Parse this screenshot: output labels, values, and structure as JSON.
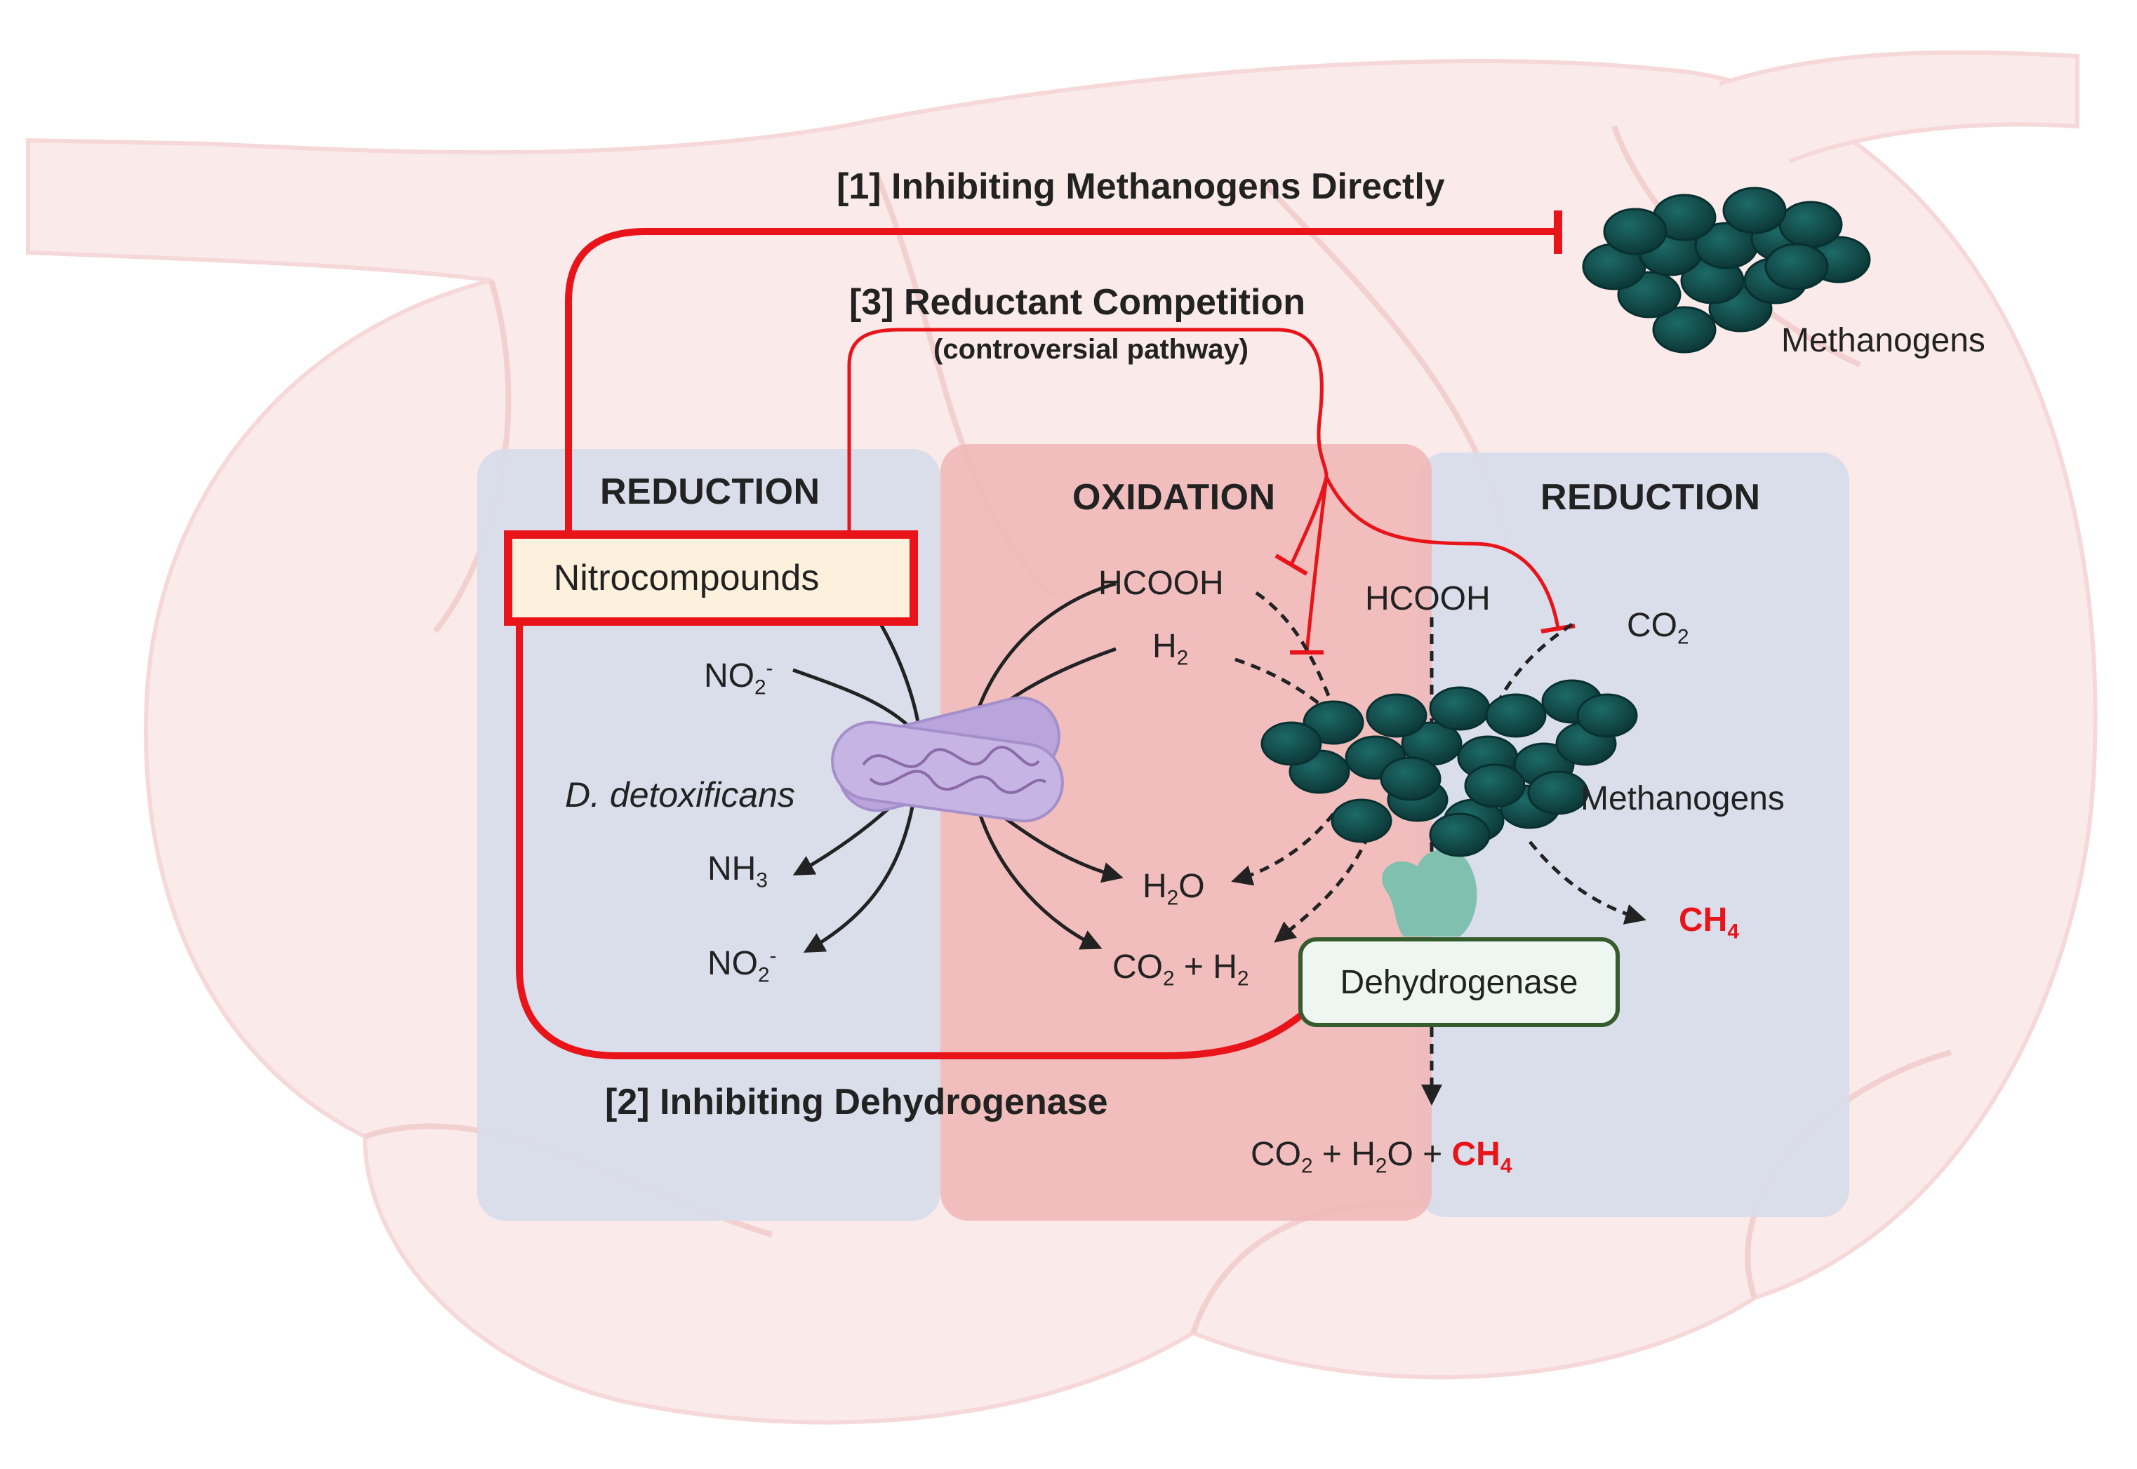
{
  "strategies": {
    "s1": "[1]  Inhibiting Methanogens Directly",
    "s2": "[2]  Inhibiting Dehydrogenase",
    "s3": "[3]  Reductant Competition",
    "s3_note": "(controversial pathway)"
  },
  "zones": {
    "left": "REDUCTION",
    "middle": "OXIDATION",
    "right": "REDUCTION"
  },
  "boxes": {
    "nitrocompounds": "Nitrocompounds",
    "dehydrogenase": "Dehydrogenase"
  },
  "organisms": {
    "bacterium": "D. detoxificans",
    "methanogens_top": "Methanogens",
    "methanogens_mid": "Methanogens"
  },
  "molecules": {
    "no2_in": {
      "base": "NO",
      "sub": "2",
      "sup": "-"
    },
    "nh3": {
      "base": "NH",
      "sub": "3"
    },
    "no2_out": {
      "base": "NO",
      "sub": "2",
      "sup": "-"
    },
    "hcooh_left": "HCOOH",
    "h2_left": {
      "base": "H",
      "sub": "2"
    },
    "hcooh_right": "HCOOH",
    "co2_right": {
      "base": "CO",
      "sub": "2"
    },
    "h2o": {
      "base": "H",
      "sub": "2",
      "tail": "O"
    },
    "co2_h2": {
      "a": "CO",
      "a_sub": "2",
      "mid": " + H",
      "b_sub": "2"
    },
    "ch4_right": {
      "base": "CH",
      "sub": "4"
    },
    "final": {
      "a": "CO",
      "a_sub": "2",
      "mid": " + H",
      "b_sub": "2",
      "tail": "O + ",
      "ch": "CH",
      "ch_sub": "4"
    }
  },
  "colors": {
    "inhibit": "#e8141a",
    "methanogen": "#124645",
    "bacterium": "#b9a5dc",
    "reduction_zone": "#d8dcea",
    "oxidation_zone": "#f0b8b8",
    "enzyme": "#7fc0ae"
  }
}
